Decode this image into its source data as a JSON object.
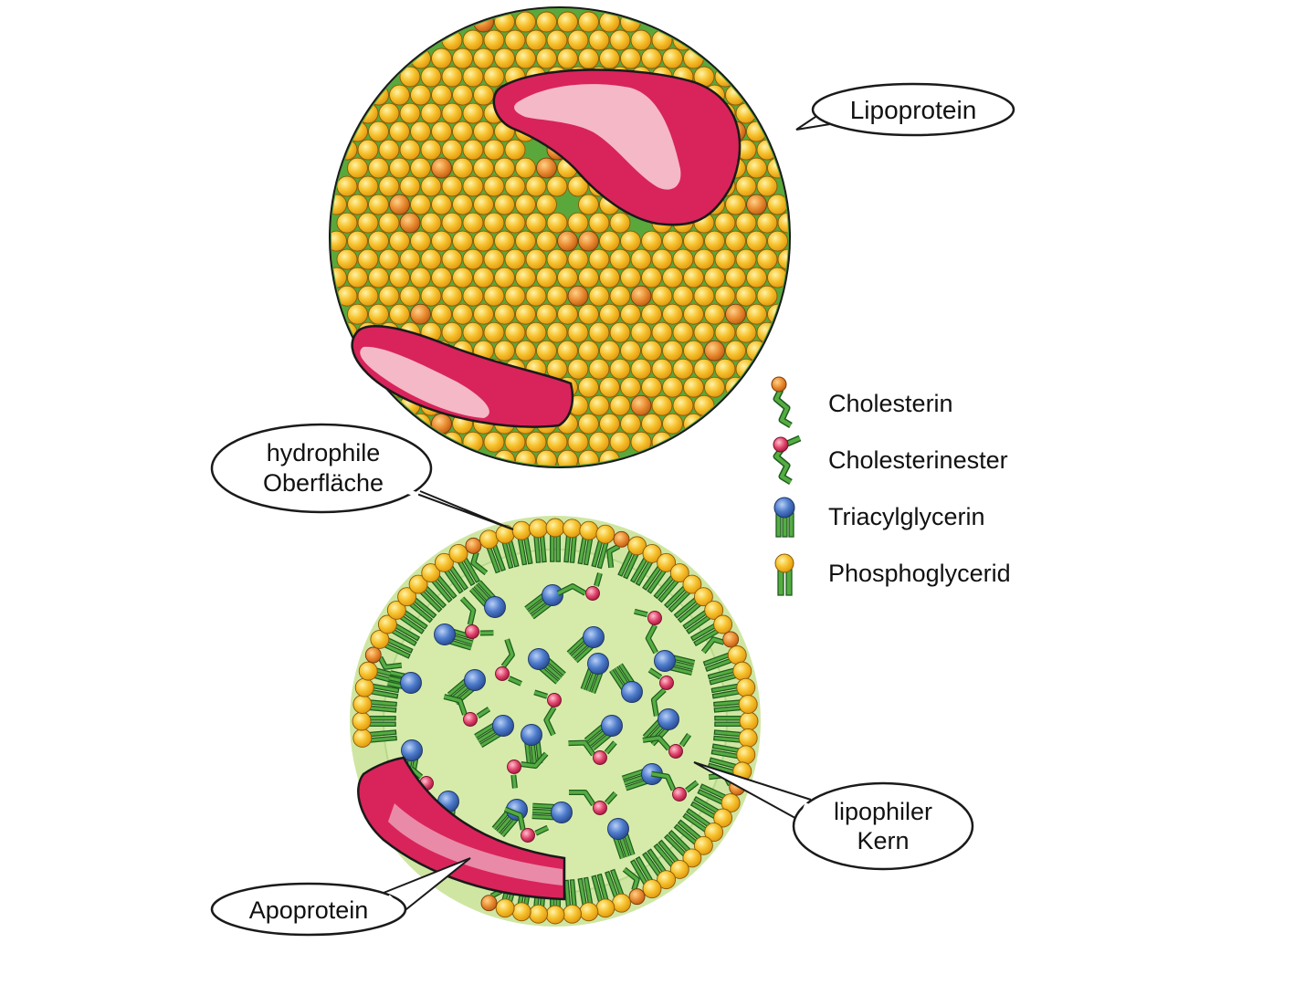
{
  "colors": {
    "background": "#ffffff",
    "phospholipid_head": "#f6c12c",
    "phospholipid_head_shade": "#e39a14",
    "cholesterol_head": "#e88a2e",
    "tail_green": "#55ad42",
    "tail_dark": "#1e5c1e",
    "core_light_green": "#cfe6a2",
    "surface_gap_green": "#5aa83c",
    "apoprotein_red": "#d8245a",
    "apoprotein_highlight": "#f4b8c6",
    "ester_head": "#e0436a",
    "triacyl_head": "#4e7ccc",
    "outline": "#1a1a1a"
  },
  "labels": {
    "lipoprotein": "Lipoprotein",
    "hydrophile_line1": "hydrophile",
    "hydrophile_line2": "Oberfläche",
    "lipophiler_line1": "lipophiler",
    "lipophiler_line2": "Kern",
    "apoprotein": "Apoprotein"
  },
  "legend": [
    {
      "icon": "cholesterol-icon",
      "label": "Cholesterin"
    },
    {
      "icon": "cholesterol-ester-icon",
      "label": "Cholesterinester"
    },
    {
      "icon": "triacylglycerol-icon",
      "label": "Triacylglycerin"
    },
    {
      "icon": "phosphoglyceride-icon",
      "label": "Phosphoglycerid"
    }
  ]
}
